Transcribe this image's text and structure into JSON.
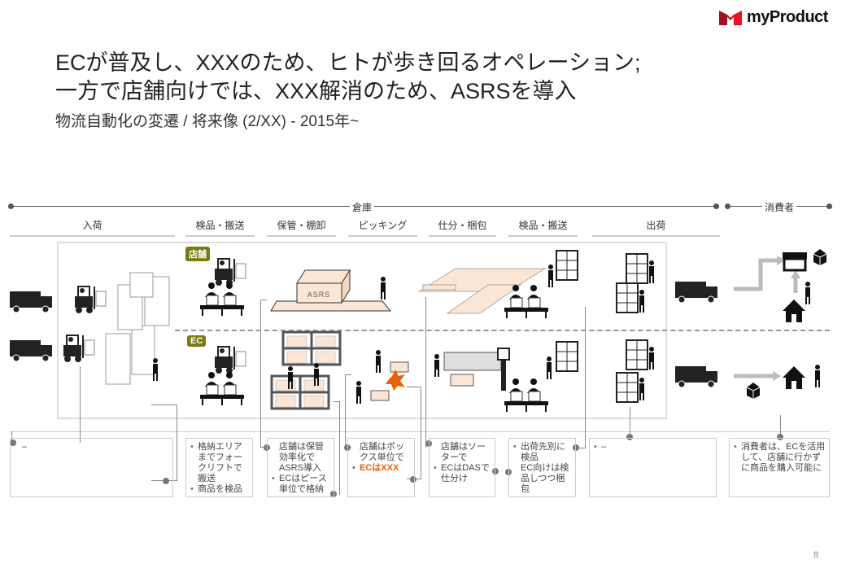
{
  "brand": {
    "name": "myProduct",
    "logo_colors": [
      "#a01020",
      "#e8102a"
    ]
  },
  "title": {
    "line1": "ECが普及し、XXXのため、ヒトが歩き回るオペレーション;",
    "line2": "一方で店舗向けでは、XXX解消のため、ASRSを導入",
    "subtitle": "物流自動化の変遷 / 将来像 (2/XX) - 2015年~"
  },
  "timeline": {
    "warehouse": "倉庫",
    "consumer": "消費者"
  },
  "stages": [
    "入荷",
    "検品・搬送",
    "保管・棚卸",
    "ピッキング",
    "仕分・梱包",
    "検品・搬送",
    "出荷"
  ],
  "badges": {
    "store": "店舗",
    "ec": "EC"
  },
  "asrs_label": "ASRS",
  "descriptions": [
    {
      "items": [
        {
          "text": "–",
          "bullet": false
        }
      ]
    },
    {
      "items": [
        {
          "text": "格納エリアまでフォークリフトで搬送",
          "bullet": true
        },
        {
          "text": "商品を検品",
          "bullet": true
        }
      ]
    },
    {
      "items": [
        {
          "text": "店舗は保管効率化でASRS導入",
          "bullet": false
        },
        {
          "text": "ECはピース単位で格納",
          "bullet": true
        }
      ]
    },
    {
      "items": [
        {
          "text": "店舗はボックス単位で",
          "bullet": false
        },
        {
          "text": "ECはXXX",
          "bullet": true,
          "highlight": true
        }
      ]
    },
    {
      "items": [
        {
          "text": "店舗はソーターで",
          "bullet": false
        },
        {
          "text": "ECはDASで仕分け",
          "bullet": true
        }
      ]
    },
    {
      "items": [
        {
          "text": "出荷先別に検品",
          "bullet": true
        },
        {
          "text": "EC向けは検品しつつ梱包",
          "bullet": false
        }
      ]
    },
    {
      "items": [
        {
          "text": "–",
          "bullet": true
        }
      ]
    },
    {
      "items": [
        {
          "text": "消費者は、ECを活用して、店舗に行かずに商品を購入可能に",
          "bullet": true
        }
      ]
    }
  ],
  "colors": {
    "highlight": "#e8620a",
    "badge": "#7a7a14",
    "box_fill": "#fbe6d6"
  },
  "page_number": "8"
}
